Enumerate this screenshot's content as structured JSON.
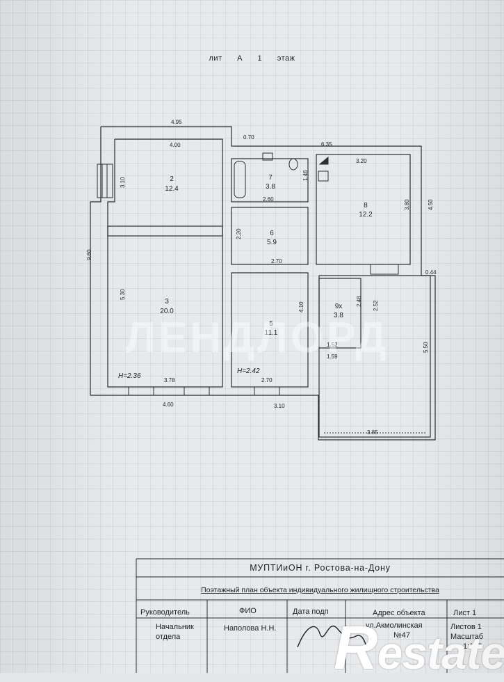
{
  "header": {
    "title": "лит А   1 этаж"
  },
  "rooms": [
    {
      "id": "room-2",
      "number": "2",
      "area": "12.4"
    },
    {
      "id": "room-3",
      "number": "3",
      "area": "20.0"
    },
    {
      "id": "room-5",
      "number": "5",
      "area": "11.1"
    },
    {
      "id": "room-6",
      "number": "6",
      "area": "5.9"
    },
    {
      "id": "room-7",
      "number": "7",
      "area": "3.8"
    },
    {
      "id": "room-8",
      "number": "8",
      "area": "12.2"
    },
    {
      "id": "room-9x",
      "number": "9х",
      "area": "3.8"
    }
  ],
  "dimensions": {
    "d495": "4.95",
    "d400": "4.00",
    "d070": "0.70",
    "d635": "6.35",
    "d320": "3.20",
    "d310a": "3.10",
    "d960": "9.60",
    "d146": "1.46",
    "d260": "2.60",
    "d380": "3.80",
    "d450": "4.50",
    "d220": "2.20",
    "d270a": "2.70",
    "d044": "0.44",
    "d530": "5.30",
    "d248": "2.48",
    "d252": "2.52",
    "d410": "4.10",
    "d152": "1.52",
    "d159": "1.59",
    "d550": "5.50",
    "d378": "3.78",
    "d270b": "2.70",
    "d460": "4.60",
    "d310b": "3.10",
    "d385": "3.85"
  },
  "heights": {
    "h1": "Н=2.36",
    "h2": "Н=2.42"
  },
  "stamp": {
    "org": "МУПТИиОН г. Ростова-на-Дону",
    "description": "Поэтажный план объекта индивидуального жилищного строительства",
    "headers": {
      "head": "Руководитель",
      "fio": "ФИО",
      "date": "Дата подп",
      "address": "Адрес объекта",
      "sheet": "Лист 1"
    },
    "row1": {
      "position_line1": "Начальник",
      "position_line2": "отдела",
      "name": "Наполова Н.Н.",
      "address_line1": "ул.Акмолинская",
      "address_line2": "№47",
      "sheets_line1": "Листов 1",
      "sheets_line2": "Масштаб",
      "sheets_line3": "1:100"
    }
  },
  "watermark": {
    "text": "ЛЕНДЛОРД"
  },
  "brand": {
    "r": "R",
    "rest": "estate"
  },
  "colors": {
    "paper": "#e7e9eb",
    "ink": "#1d1f22",
    "wall": "#2a2d31"
  }
}
